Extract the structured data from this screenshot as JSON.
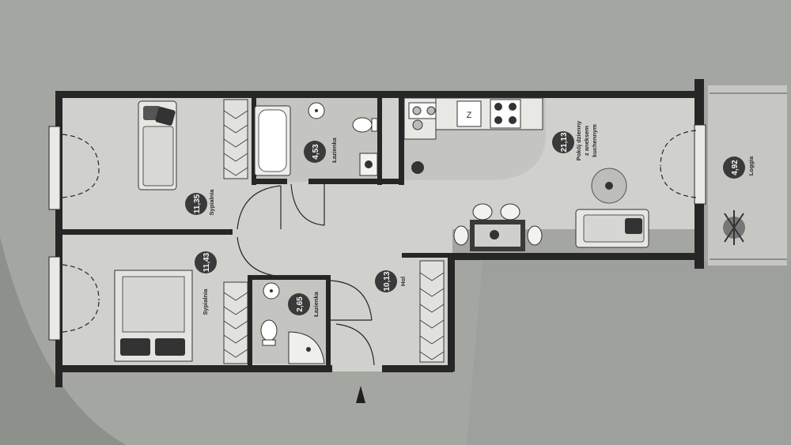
{
  "rooms": [
    {
      "key": "bedroom_top",
      "name": "Sypialnia",
      "area": "11,35",
      "unit": "m²"
    },
    {
      "key": "bathroom_top",
      "name": "Łazienka",
      "area": "4,53",
      "unit": "m²"
    },
    {
      "key": "living",
      "name_lines": [
        "Pokój dzienny",
        "z aneksem",
        "kuchennym"
      ],
      "area": "21,13",
      "unit": "m²"
    },
    {
      "key": "loggia",
      "name": "Loggia",
      "area": "4,92",
      "unit": "m²"
    },
    {
      "key": "bedroom_bottom",
      "name": "Sypialnia",
      "area": "11,43",
      "unit": "m²"
    },
    {
      "key": "bathroom_bottom",
      "name": "Łazienka",
      "area": "2,65",
      "unit": "m²"
    },
    {
      "key": "hall",
      "name": "Hol",
      "area": "10,13",
      "unit": "m²"
    }
  ],
  "colors": {
    "background": "#a9aba7",
    "floor": "#cfd0cc",
    "walls": "#262626",
    "area_badge": "#3a3a3a",
    "tiles": "#c2c3bf"
  },
  "icons": [
    "entrance-arrow-icon",
    "sofa-icon",
    "bed-icon",
    "bathtub-icon",
    "toilet-icon",
    "sink-icon",
    "stove-icon",
    "dining-table-icon",
    "plant-icon",
    "shower-icon",
    "washing-machine-icon"
  ]
}
